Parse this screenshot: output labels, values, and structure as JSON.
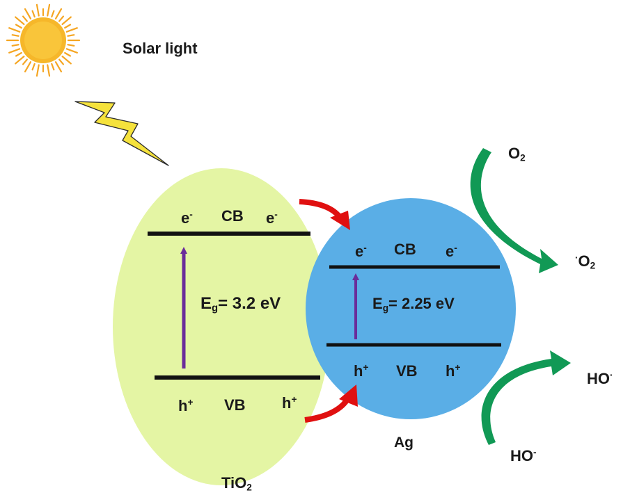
{
  "title": "Solar light",
  "colors": {
    "tio2_fill": "#e4f5a4",
    "ag_fill": "#5aaee6",
    "band_line": "#111111",
    "excitation_arrow": "#6a2c9a",
    "transfer_arrow": "#e01010",
    "reaction_arrow": "#119955",
    "sun_fill": "#f5a623",
    "bolt_fill": "#f5e23c"
  },
  "icons": {
    "sun": "sun-icon",
    "lightning": "lightning-bolt-icon"
  },
  "tio2": {
    "name": "TiO",
    "name_sub": "2",
    "cb": {
      "label": "CB",
      "e_left": "e",
      "e_right": "e",
      "e_sup": "-"
    },
    "vb": {
      "label": "VB",
      "h_left": "h",
      "h_right": "h",
      "h_sup": "+"
    },
    "gap": {
      "e": "E",
      "g": "g",
      "value": "= 3.2 eV"
    }
  },
  "ag": {
    "name": "Ag",
    "cb": {
      "label": "CB",
      "e_left": "e",
      "e_right": "e",
      "e_sup": "-"
    },
    "vb": {
      "label": "VB",
      "h_left": "h",
      "h_right": "h",
      "h_sup": "+"
    },
    "gap": {
      "e": "E",
      "g": "g",
      "value": "= 2.25 eV"
    }
  },
  "reactions": {
    "o2": {
      "base": "O",
      "sub": "2"
    },
    "superoxide": {
      "sup": "·",
      "base": "O",
      "sub": "2"
    },
    "hydroxyl_radical": {
      "base": "HO",
      "sup": "·"
    },
    "hydroxide": {
      "base": "HO",
      "sup": "-"
    }
  }
}
